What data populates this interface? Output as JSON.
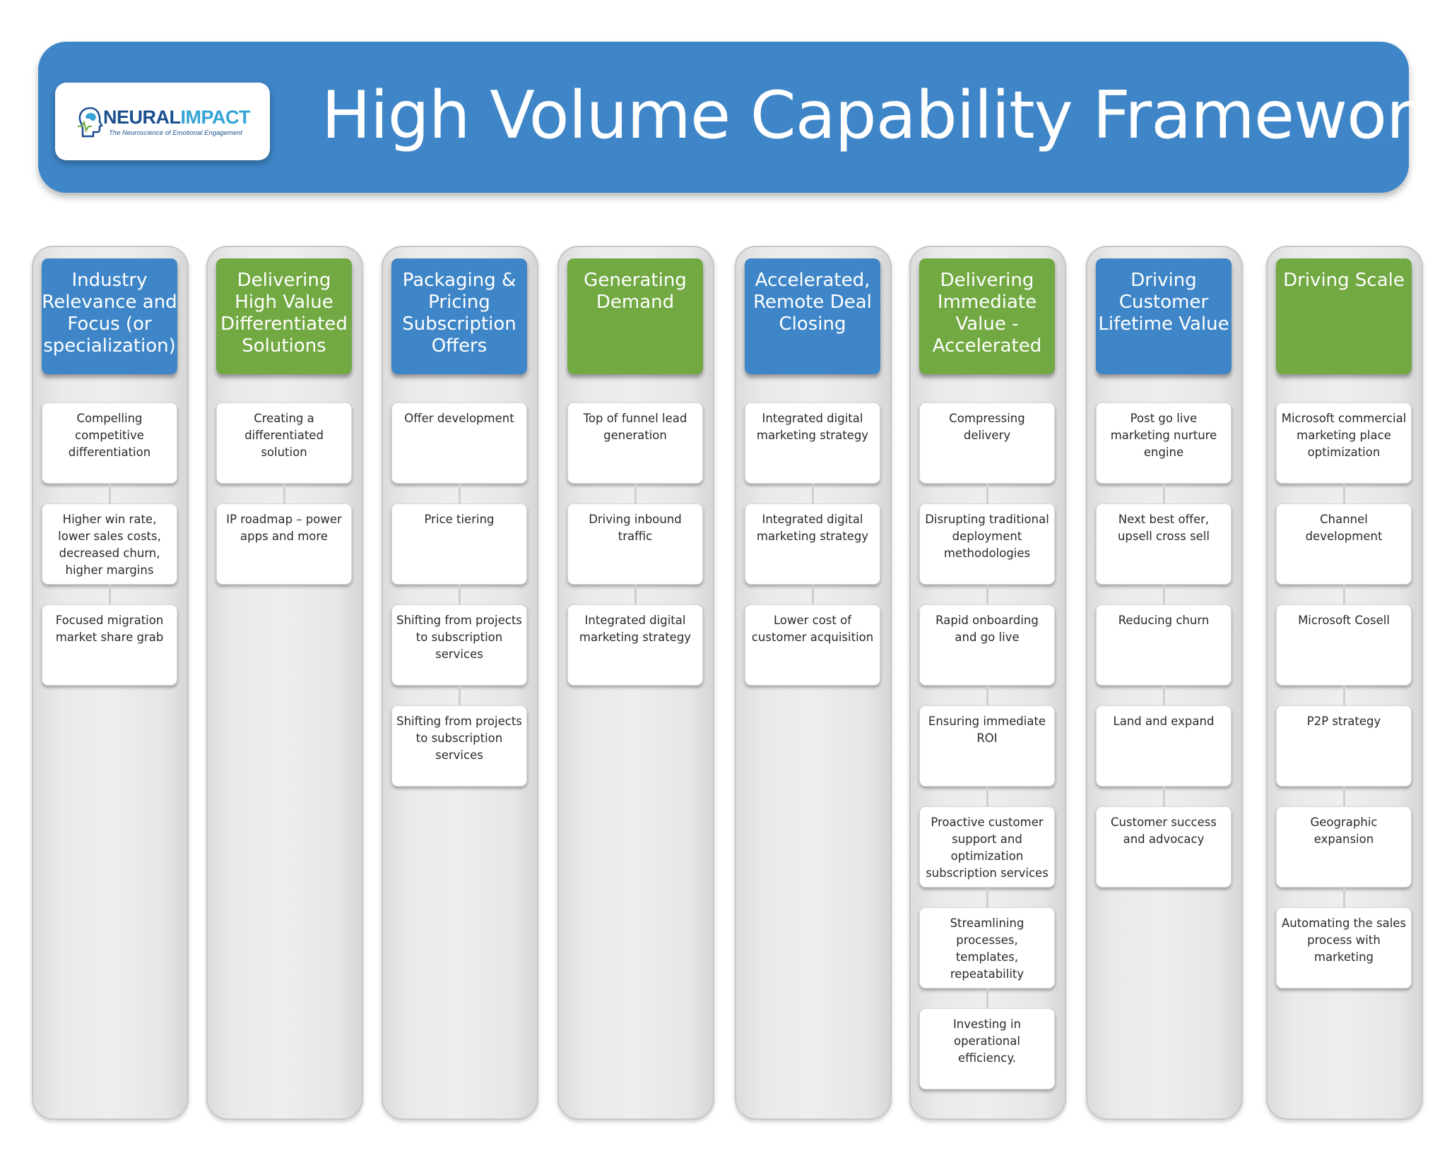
{
  "logo": {
    "brand_part1": "NEURAL",
    "brand_part2": "IMPACT",
    "tagline": "The Neuroscience of Emotional Engagement"
  },
  "title": "High Volume Capability Framework",
  "colors": {
    "blue": "#3f86c8",
    "green": "#72a942"
  },
  "columns": [
    {
      "header": "Industry Relevance and Focus (or specialization)",
      "color": "blue",
      "items": [
        "Compelling competitive differentiation",
        "Higher win rate, lower sales costs, decreased churn, higher margins",
        "Focused migration market share grab"
      ]
    },
    {
      "header": "Delivering High Value Differentiated Solutions",
      "color": "green",
      "items": [
        "Creating a differentiated solution",
        "IP roadmap – power apps and more"
      ]
    },
    {
      "header": "Packaging & Pricing Subscription Offers",
      "color": "blue",
      "items": [
        "Offer development",
        "Price tiering",
        "Shifting from projects to subscription services",
        "Shifting from projects to subscription services"
      ]
    },
    {
      "header": "Generating Demand",
      "color": "green",
      "items": [
        "Top of funnel lead generation",
        "Driving inbound traffic",
        "Integrated digital marketing strategy"
      ]
    },
    {
      "header": "Accelerated, Remote Deal Closing",
      "color": "blue",
      "items": [
        "Integrated digital marketing strategy",
        "Integrated digital marketing strategy",
        "Lower cost of customer acquisition"
      ]
    },
    {
      "header": "Delivering Immediate Value - Accelerated",
      "color": "green",
      "items": [
        "Compressing delivery",
        "Disrupting traditional deployment methodologies",
        "Rapid onboarding and go live",
        "Ensuring immediate ROI",
        "Proactive customer support and optimization subscription services",
        "Streamlining processes, templates, repeatability",
        "Investing in operational efficiency."
      ]
    },
    {
      "header": "Driving Customer Lifetime Value",
      "color": "blue",
      "items": [
        "Post go live marketing nurture engine",
        "Next best offer, upsell cross sell",
        "Reducing churn",
        "Land and expand",
        "Customer success and advocacy"
      ]
    },
    {
      "header": "Driving Scale",
      "color": "green",
      "items": [
        "Microsoft commercial marketing place optimization",
        "Channel development",
        "Microsoft Cosell",
        "P2P strategy",
        "Geographic expansion",
        "Automating the sales process with marketing"
      ]
    }
  ]
}
